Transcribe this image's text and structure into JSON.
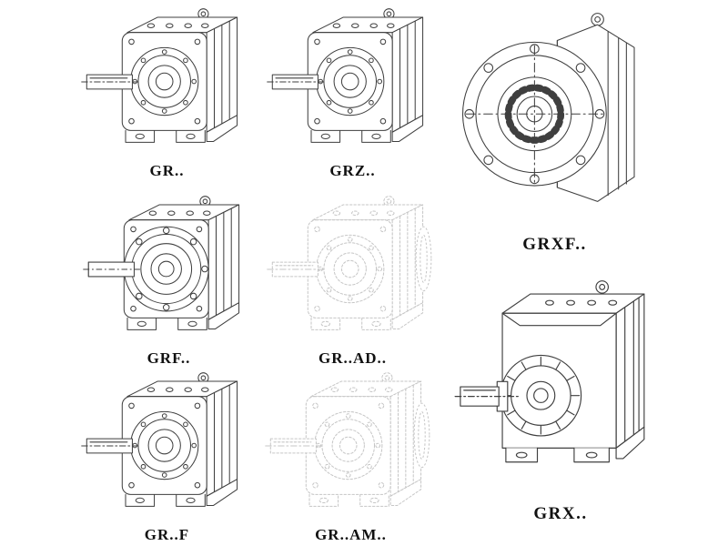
{
  "page": {
    "background": "#ffffff",
    "description": "Catalog sheet of GR-series helical gear reducer model variants, line drawings"
  },
  "colors": {
    "line": "#3f3f3f",
    "ghost_line": "#c6c6c6",
    "label_text": "#111111"
  },
  "figures": {
    "gr": {
      "label": "GR..",
      "style": "solid",
      "view": "isometric foot-mounted reducer with input shaft"
    },
    "grz": {
      "label": "GRZ..",
      "style": "solid",
      "view": "isometric foot-mounted reducer with input shaft"
    },
    "grxf": {
      "label": "GRXF..",
      "style": "solid",
      "view": "front view flange-mounted reducer"
    },
    "grf": {
      "label": "GRF..",
      "style": "solid",
      "view": "isometric flange-mounted reducer"
    },
    "grad": {
      "label": "GR..AD..",
      "style": "ghost",
      "view": "isometric reducer with input adapter (faint)"
    },
    "grff": {
      "label": "GR..F",
      "style": "solid",
      "view": "isometric foot-mounted reducer with input shaft"
    },
    "gram": {
      "label": "GR..AM..",
      "style": "ghost",
      "view": "isometric reducer with motor flange (faint)"
    },
    "grx": {
      "label": "GRX..",
      "style": "solid",
      "view": "isometric large foot-mounted reducer"
    }
  }
}
